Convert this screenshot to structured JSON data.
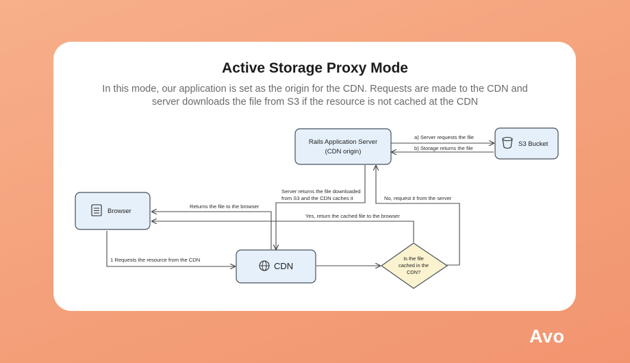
{
  "header": {
    "title": "Active Storage Proxy Mode",
    "subtitle": "In this mode, our application is set as the origin for the CDN. Requests are made to the CDN and server downloads the file from S3 if the resource is not cached at the CDN"
  },
  "nodes": {
    "rails": {
      "line1": "Rails Application Server",
      "line2": "(CDN origin)"
    },
    "s3": {
      "label": "S3 Bucket"
    },
    "browser": {
      "label": "Browser"
    },
    "cdn": {
      "label": "CDN"
    },
    "decision": {
      "line1": "Is the file",
      "line2": "cached in the",
      "line3": "CDN?"
    }
  },
  "edges": {
    "server_requests": "a) Server requests the file",
    "storage_returns": "b) Storage returns the file",
    "server_returns_line1": "Server returns the file downloaded",
    "server_returns_line2": "from S3 and the CDN caches it",
    "no_request": "No, request it from the server",
    "returns_to_browser": "Returns the file to the browser",
    "yes_cached": "Yes, return the cached file to the browser",
    "requests_resource": "1 Requests the resource from the CDN"
  },
  "brand": {
    "name": "Avo"
  },
  "colors": {
    "background": "#f4a07a",
    "node_fill": "#e6f0fa",
    "decision_fill": "#fbf3cf"
  }
}
